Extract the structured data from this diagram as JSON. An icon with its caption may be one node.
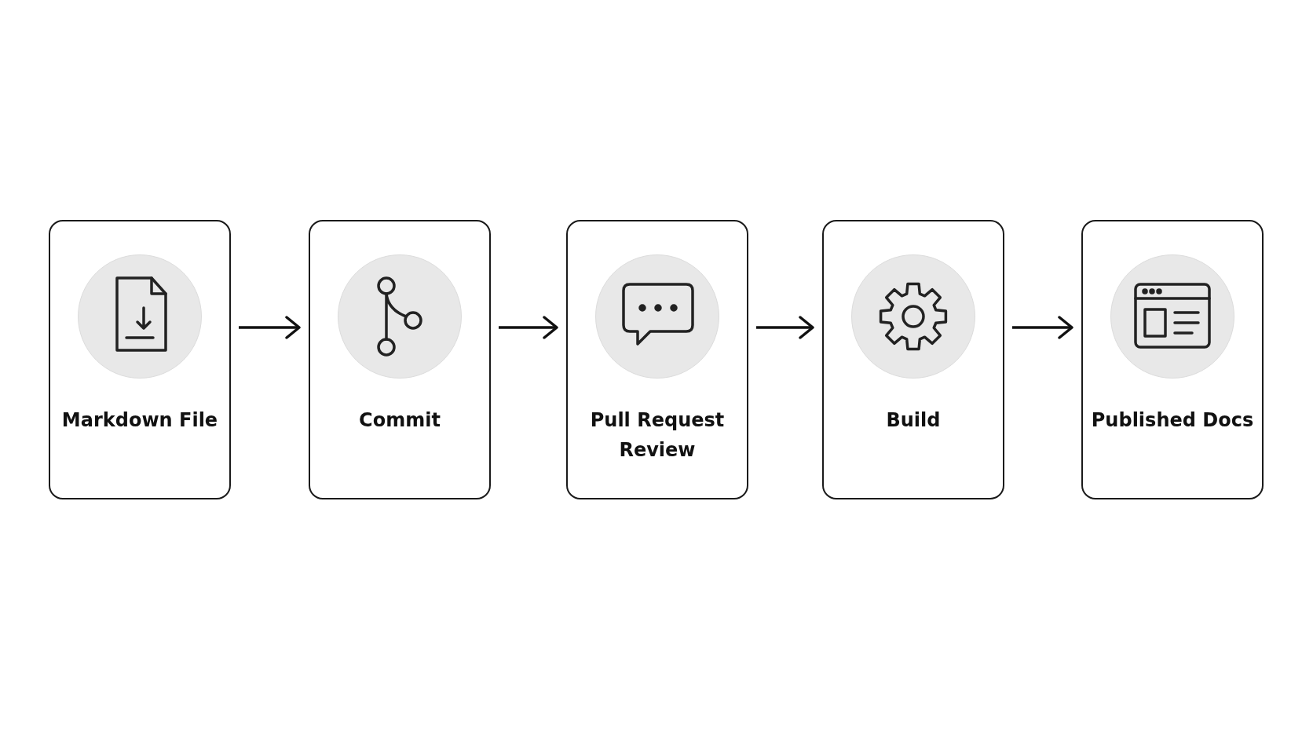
{
  "diagram": {
    "nodes": [
      {
        "text": [
          "Markdown File"
        ]
      },
      {
        "text": [
          "Commit"
        ]
      },
      {
        "text": [
          "Pull Request Review"
        ]
      },
      {
        "text": [
          "Build"
        ]
      },
      {
        "text": [
          "Published Docs"
        ]
      }
    ],
    "edges": [
      {
        "from": 0,
        "to": 1,
        "arrow": "to"
      },
      {
        "from": 1,
        "to": 2,
        "arrow": "to"
      },
      {
        "from": 2,
        "to": 3,
        "arrow": "to"
      },
      {
        "from": 3,
        "to": 4,
        "arrow": "to"
      }
    ]
  }
}
